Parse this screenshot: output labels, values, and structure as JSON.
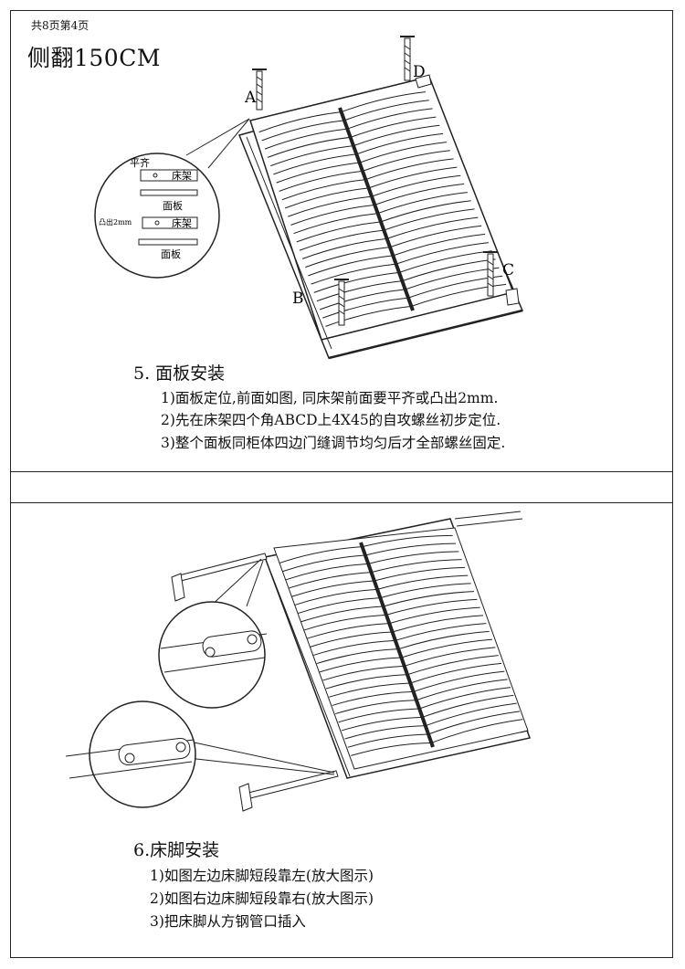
{
  "page_info": "共8页第4页",
  "title": "侧翻150CM",
  "section5": {
    "heading": "5.  面板安装",
    "steps": [
      "1)面板定位,前面如图,   同床架前面要平齐或凸出2mm.",
      "2)先在床架四个角ABCD上4X45的自攻螺丝初步定位.",
      "3)整个面板同柜体四边门缝调节均匀后才全部螺丝固定."
    ],
    "labels": {
      "a": "A",
      "b": "B",
      "c": "C",
      "d": "D"
    },
    "detail": {
      "flush": "平齐",
      "protrude": "凸出2mm",
      "frame1": "床架",
      "panel1": "面板",
      "frame2": "床架",
      "panel2": "面板"
    }
  },
  "section6": {
    "heading": "6.床脚安装",
    "steps": [
      "1)如图左边床脚短段靠左(放大图示)",
      "2)如图右边床脚短段靠右(放大图示)",
      "3)把床脚从方钢管口插入"
    ]
  }
}
